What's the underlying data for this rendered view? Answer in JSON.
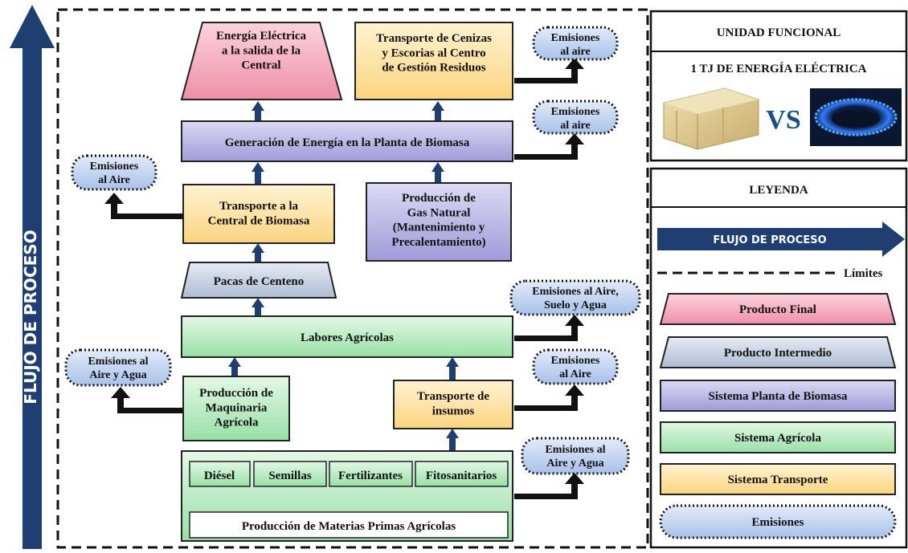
{
  "side_arrow": {
    "label": "FLUJO DE PROCESO",
    "color": "#1f3f73"
  },
  "nodes": {
    "electric": [
      "Energía Eléctrica",
      "a la salida de la",
      "Central"
    ],
    "ash_transport": [
      "Transporte de Cenizas",
      "y Escorias al Centro",
      "de Gestión  Residuos"
    ],
    "generation": [
      "Generación de Energía en la Planta de Biomasa"
    ],
    "transport_central": [
      "Transporte a la",
      "Central de Biomasa"
    ],
    "gas_production": [
      "Producción de",
      "Gas Natural",
      "(Mantenimiento y",
      "Precalentamiento)"
    ],
    "bales": [
      "Pacas de Centeno"
    ],
    "farm_work": [
      "Labores Agrícolas"
    ],
    "machinery": [
      "Producción de",
      "Maquinaria",
      "Agrícola"
    ],
    "input_transport": [
      "Transporte de",
      "insumos"
    ],
    "diesel": [
      "Diésel"
    ],
    "seeds": [
      "Semillas"
    ],
    "fertilizers": [
      "Fertilizantes"
    ],
    "phyto": [
      "Fitosanitarios"
    ],
    "raw_materials": [
      "Producción de Materias Primas Agrícolas"
    ]
  },
  "emissions": {
    "ash": [
      "Emisiones",
      "al aire"
    ],
    "generation": [
      "Emisiones",
      "al aire"
    ],
    "transport": [
      "Emisiones",
      "al Aire"
    ],
    "farm": [
      "Emisiones al Aire,",
      "Suelo y Agua"
    ],
    "machinery": [
      "Emisiones al",
      "Aire y Agua"
    ],
    "inputs": [
      "Emisiones",
      "al Aire"
    ],
    "raw": [
      "Emisiones al",
      "Aire y Agua"
    ]
  },
  "functional_unit": {
    "header": "UNIDAD FUNCIONAL",
    "value": "1 TJ DE ENERGÍA ELÉCTRICA",
    "vs": "VS",
    "images": [
      "straw-bale",
      "gas-burner-flame"
    ]
  },
  "legend": {
    "header": "LEYENDA",
    "flow": "FLUJO DE PROCESO",
    "limits": "Límites",
    "items": [
      {
        "label": "Producto Final",
        "color": "#f4a6b8"
      },
      {
        "label": "Producto Intermedio",
        "color": "#c9d3e6"
      },
      {
        "label": "Sistema Planta de Biomasa",
        "color": "#b9b6e4"
      },
      {
        "label": "Sistema Agrícola",
        "color": "#b9ecc1"
      },
      {
        "label": "Sistema Transporte",
        "color": "#fde4a6"
      },
      {
        "label": "Emisiones",
        "color": "#bcd0ee"
      }
    ]
  }
}
